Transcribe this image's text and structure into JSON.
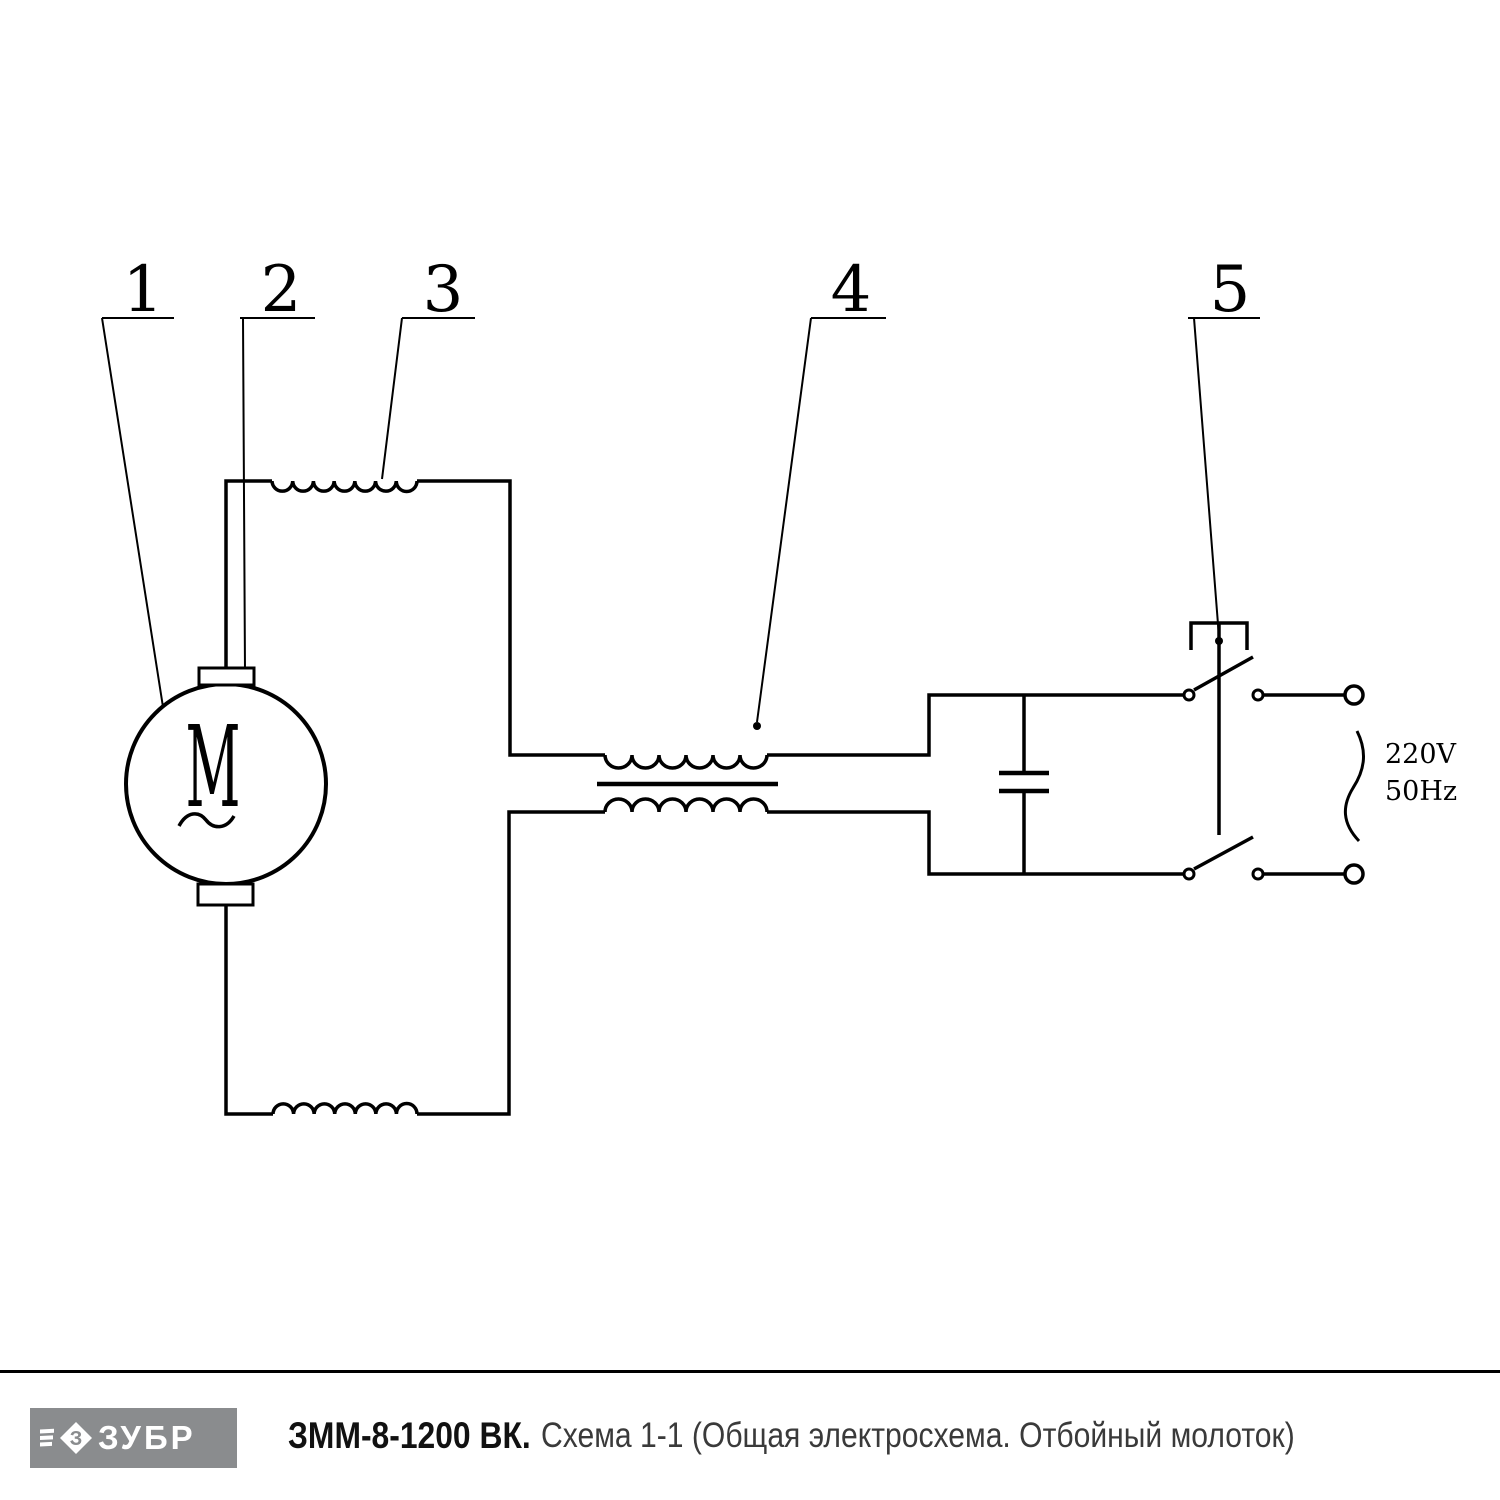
{
  "diagram": {
    "part_labels": [
      "1",
      "2",
      "3",
      "4",
      "5"
    ],
    "motor": {
      "letter": "M",
      "ac_symbol": "~"
    },
    "supply": {
      "voltage": "220V",
      "frequency": "50Hz"
    },
    "colors": {
      "line": "#000000",
      "logo_gray": "#8a8c8e"
    }
  },
  "footer": {
    "brand": "ЗУБР",
    "brand_mark_letter": "З",
    "model": "ЗММ-8-1200 ВК.",
    "subtitle": "Схема 1-1 (Общая электросхема. Отбойный молоток)"
  }
}
